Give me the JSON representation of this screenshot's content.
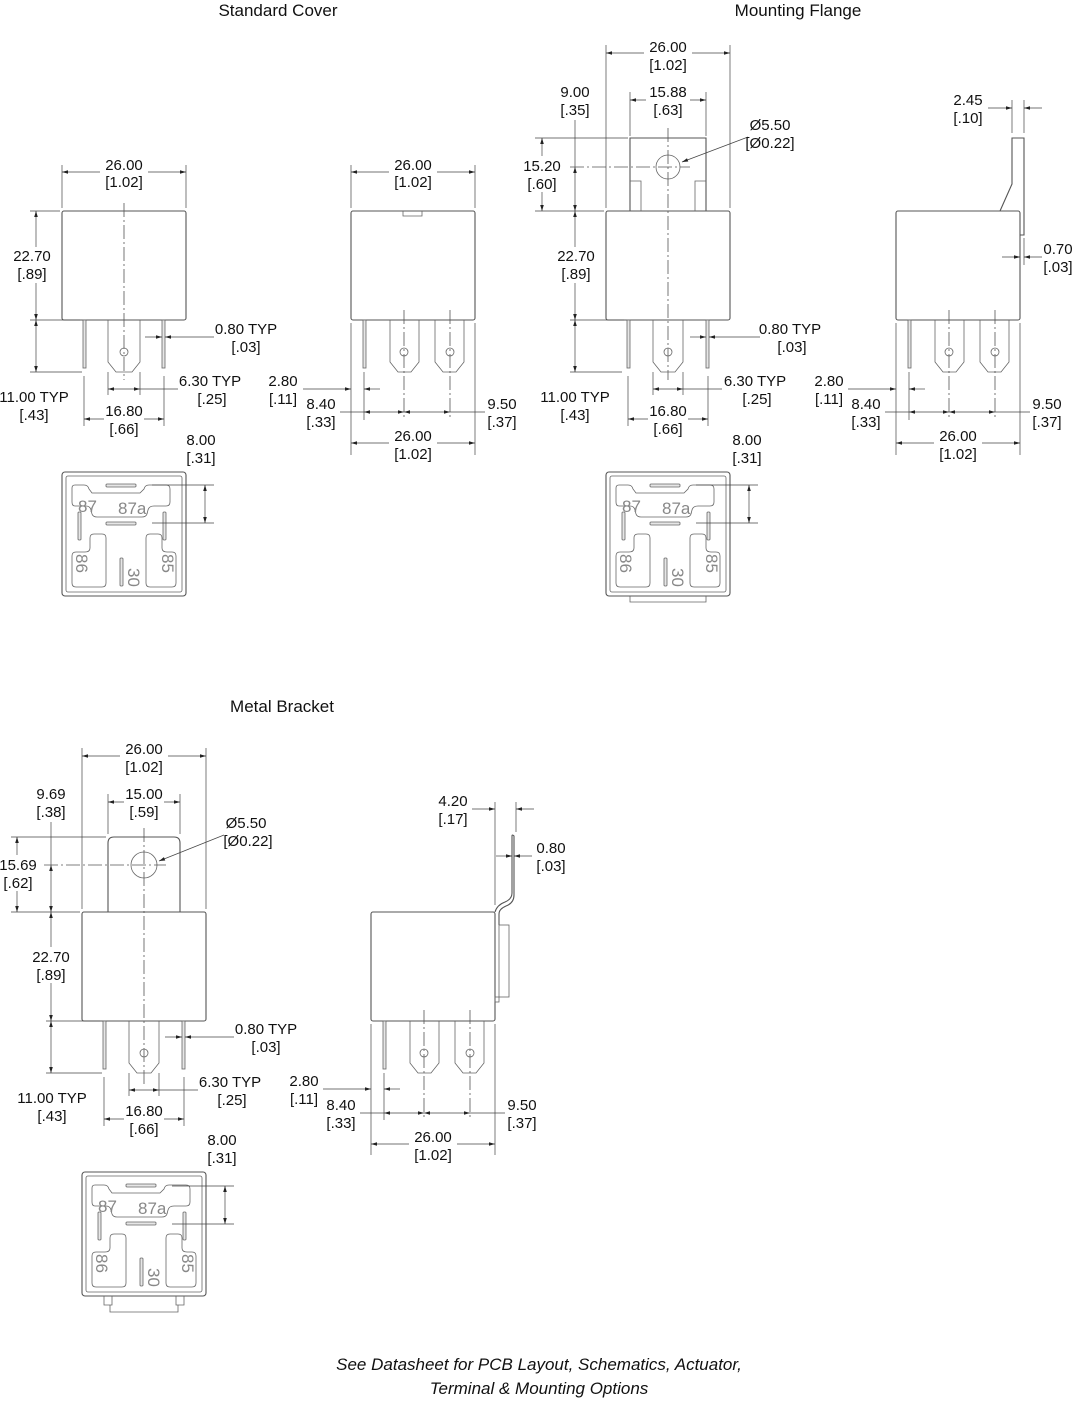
{
  "titles": {
    "standard_cover": "Standard Cover",
    "mounting_flange": "Mounting Flange",
    "metal_bracket": "Metal Bracket"
  },
  "footer_note": {
    "line1": "See Datasheet for PCB Layout, Schematics, Actuator,",
    "line2": "Terminal & Mounting Options"
  },
  "terminal_labels": {
    "t87": "87",
    "t87a": "87a",
    "t86": "86",
    "t85": "85",
    "t30": "30"
  },
  "standard_cover": {
    "front": {
      "width": {
        "mm": "26.00",
        "in": "[1.02]"
      },
      "height": {
        "mm": "22.70",
        "in": "[.89]"
      },
      "pin_thickness": {
        "mm": "0.80 TYP",
        "in": "[.03]"
      },
      "pin_length": {
        "mm": "11.00 TYP",
        "in": "[.43]"
      },
      "tab_width": {
        "mm": "6.30 TYP",
        "in": "[.25]"
      },
      "pin_span": {
        "mm": "16.80",
        "in": "[.66]"
      }
    },
    "side": {
      "width": {
        "mm": "26.00",
        "in": "[1.02]"
      },
      "pin_offset": {
        "mm": "2.80",
        "in": "[.11]"
      },
      "pitch_1": {
        "mm": "8.40",
        "in": "[.33]"
      },
      "pitch_2": {
        "mm": "9.50",
        "in": "[.37]"
      },
      "overall": {
        "mm": "26.00",
        "in": "[1.02]"
      }
    },
    "bottom": {
      "pin_spacing": {
        "mm": "8.00",
        "in": "[.31]"
      }
    }
  },
  "mounting_flange": {
    "front": {
      "width": {
        "mm": "26.00",
        "in": "[1.02]"
      },
      "flange_width": {
        "mm": "15.88",
        "in": "[.63]"
      },
      "hole_center": {
        "mm": "9.00",
        "in": "[.35]"
      },
      "flange_height": {
        "mm": "15.20",
        "in": "[.60]"
      },
      "hole_dia": {
        "mm": "Ø5.50",
        "in": "[Ø0.22]"
      },
      "height": {
        "mm": "22.70",
        "in": "[.89]"
      },
      "pin_thickness": {
        "mm": "0.80 TYP",
        "in": "[.03]"
      },
      "pin_length": {
        "mm": "11.00 TYP",
        "in": "[.43]"
      },
      "tab_width": {
        "mm": "6.30 TYP",
        "in": "[.25]"
      },
      "pin_span": {
        "mm": "16.80",
        "in": "[.66]"
      }
    },
    "side": {
      "flange_thickness": {
        "mm": "2.45",
        "in": "[.10]"
      },
      "flange_gap": {
        "mm": "0.70",
        "in": "[.03]"
      },
      "pin_offset": {
        "mm": "2.80",
        "in": "[.11]"
      },
      "pitch_1": {
        "mm": "8.40",
        "in": "[.33]"
      },
      "pitch_2": {
        "mm": "9.50",
        "in": "[.37]"
      },
      "overall": {
        "mm": "26.00",
        "in": "[1.02]"
      }
    },
    "bottom": {
      "pin_spacing": {
        "mm": "8.00",
        "in": "[.31]"
      }
    }
  },
  "metal_bracket": {
    "front": {
      "width": {
        "mm": "26.00",
        "in": "[1.02]"
      },
      "bracket_width": {
        "mm": "15.00",
        "in": "[.59]"
      },
      "hole_center": {
        "mm": "9.69",
        "in": "[.38]"
      },
      "bracket_height": {
        "mm": "15.69",
        "in": "[.62]"
      },
      "hole_dia": {
        "mm": "Ø5.50",
        "in": "[Ø0.22]"
      },
      "height": {
        "mm": "22.70",
        "in": "[.89]"
      },
      "pin_thickness": {
        "mm": "0.80 TYP",
        "in": "[.03]"
      },
      "pin_length": {
        "mm": "11.00 TYP",
        "in": "[.43]"
      },
      "tab_width": {
        "mm": "6.30 TYP",
        "in": "[.25]"
      },
      "pin_span": {
        "mm": "16.80",
        "in": "[.66]"
      }
    },
    "side": {
      "bracket_offset": {
        "mm": "4.20",
        "in": "[.17]"
      },
      "bracket_thickness": {
        "mm": "0.80",
        "in": "[.03]"
      },
      "pin_offset": {
        "mm": "2.80",
        "in": "[.11]"
      },
      "pitch_1": {
        "mm": "8.40",
        "in": "[.33]"
      },
      "pitch_2": {
        "mm": "9.50",
        "in": "[.37]"
      },
      "overall": {
        "mm": "26.00",
        "in": "[1.02]"
      }
    },
    "bottom": {
      "pin_spacing": {
        "mm": "8.00",
        "in": "[.31]"
      }
    }
  }
}
